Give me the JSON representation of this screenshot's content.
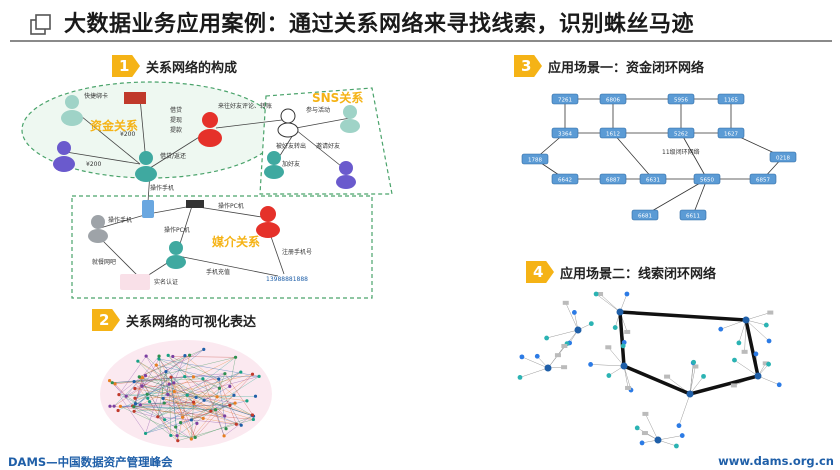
{
  "title": "大数据业务应用案例：通过关系网络来寻找线索，识别蛛丝马迹",
  "footer": {
    "left": "DAMS—中国数据资产管理峰会",
    "right": "www.dams.org.cn"
  },
  "colors": {
    "accent_orange": "#f5b316",
    "node_blue": "#5b9bd5",
    "brand_blue": "#1f5fa8"
  },
  "sections": [
    {
      "number": "1",
      "label": "关系网络的构成"
    },
    {
      "number": "2",
      "label": "关系网络的可视化表达"
    },
    {
      "number": "3",
      "label": "应用场景一：资金闭环网络"
    },
    {
      "number": "4",
      "label": "应用场景二：线索闭环网络"
    }
  ],
  "network": {
    "capital": {
      "title": "资金关系",
      "labels": [
        "快捷绑卡",
        "借贷",
        "提现",
        "提款",
        "¥200",
        "借贷/返还",
        "¥200"
      ]
    },
    "sns": {
      "title": "SNS关系",
      "labels": [
        "来往好友评论、转账",
        "参与活动",
        "被好友转出",
        "邀请好友",
        "加好友"
      ]
    },
    "media": {
      "title": "媒介关系",
      "labels": [
        "操作手机",
        "操作手机",
        "操作PC机",
        "操作PC机",
        "就餐网吧",
        "注册手机号",
        "实名认证",
        "手机充值",
        "13988881888"
      ]
    }
  },
  "loop1": {
    "center_label": "11级闭环网络",
    "nodes": [
      "7261",
      "6806",
      "5956",
      "1165",
      "3364",
      "1612",
      "5262",
      "1627",
      "1788",
      "0218",
      "6642",
      "6887",
      "6631",
      "5650",
      "6857",
      "6681",
      "6611"
    ]
  },
  "loop2": {}
}
